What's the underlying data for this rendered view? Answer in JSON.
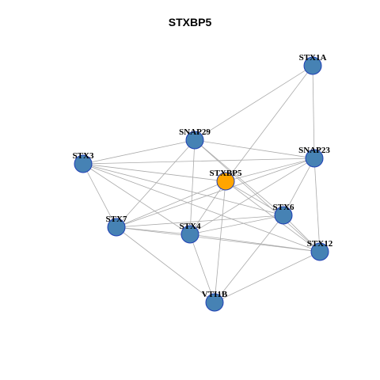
{
  "title": "STXBP5",
  "colors": {
    "node_default": "#4682b4",
    "node_highlight": "#ffa500",
    "node_stroke": "#1f3fb5",
    "edge": "#aaaaaa"
  },
  "nodes": [
    {
      "id": "STX1A",
      "label": "STX1A",
      "highlight": false
    },
    {
      "id": "SNAP29",
      "label": "SNAP29",
      "highlight": false
    },
    {
      "id": "SNAP23",
      "label": "SNAP23",
      "highlight": false
    },
    {
      "id": "STX3",
      "label": "STX3",
      "highlight": false
    },
    {
      "id": "STXBP5",
      "label": "STXBP5",
      "highlight": true
    },
    {
      "id": "STX6",
      "label": "STX6",
      "highlight": false
    },
    {
      "id": "STX7",
      "label": "STX7",
      "highlight": false
    },
    {
      "id": "STX4",
      "label": "STX4",
      "highlight": false
    },
    {
      "id": "STX12",
      "label": "STX12",
      "highlight": false
    },
    {
      "id": "VTI1B",
      "label": "VTI1B",
      "highlight": false
    }
  ],
  "edges": [
    [
      "STX1A",
      "SNAP29"
    ],
    [
      "STX1A",
      "STXBP5"
    ],
    [
      "STX1A",
      "SNAP23"
    ],
    [
      "SNAP29",
      "STX3"
    ],
    [
      "SNAP29",
      "STX7"
    ],
    [
      "SNAP29",
      "STX4"
    ],
    [
      "SNAP29",
      "STX6"
    ],
    [
      "SNAP29",
      "STX12"
    ],
    [
      "SNAP29",
      "SNAP23"
    ],
    [
      "STX3",
      "SNAP23"
    ],
    [
      "STX3",
      "STXBP5"
    ],
    [
      "STX3",
      "STX7"
    ],
    [
      "STX3",
      "STX6"
    ],
    [
      "STX3",
      "STX12"
    ],
    [
      "STX3",
      "STX4"
    ],
    [
      "SNAP23",
      "STXBP5"
    ],
    [
      "SNAP23",
      "STX7"
    ],
    [
      "SNAP23",
      "STX4"
    ],
    [
      "SNAP23",
      "STX6"
    ],
    [
      "SNAP23",
      "STX12"
    ],
    [
      "STXBP5",
      "STX7"
    ],
    [
      "STXBP5",
      "STX4"
    ],
    [
      "STXBP5",
      "STX6"
    ],
    [
      "STXBP5",
      "STX12"
    ],
    [
      "STXBP5",
      "VTI1B"
    ],
    [
      "STX7",
      "STX4"
    ],
    [
      "STX7",
      "STX6"
    ],
    [
      "STX7",
      "STX12"
    ],
    [
      "STX7",
      "VTI1B"
    ],
    [
      "STX4",
      "STX6"
    ],
    [
      "STX4",
      "STX12"
    ],
    [
      "STX4",
      "VTI1B"
    ],
    [
      "STX6",
      "STX12"
    ],
    [
      "STX6",
      "VTI1B"
    ],
    [
      "STX12",
      "VTI1B"
    ]
  ]
}
